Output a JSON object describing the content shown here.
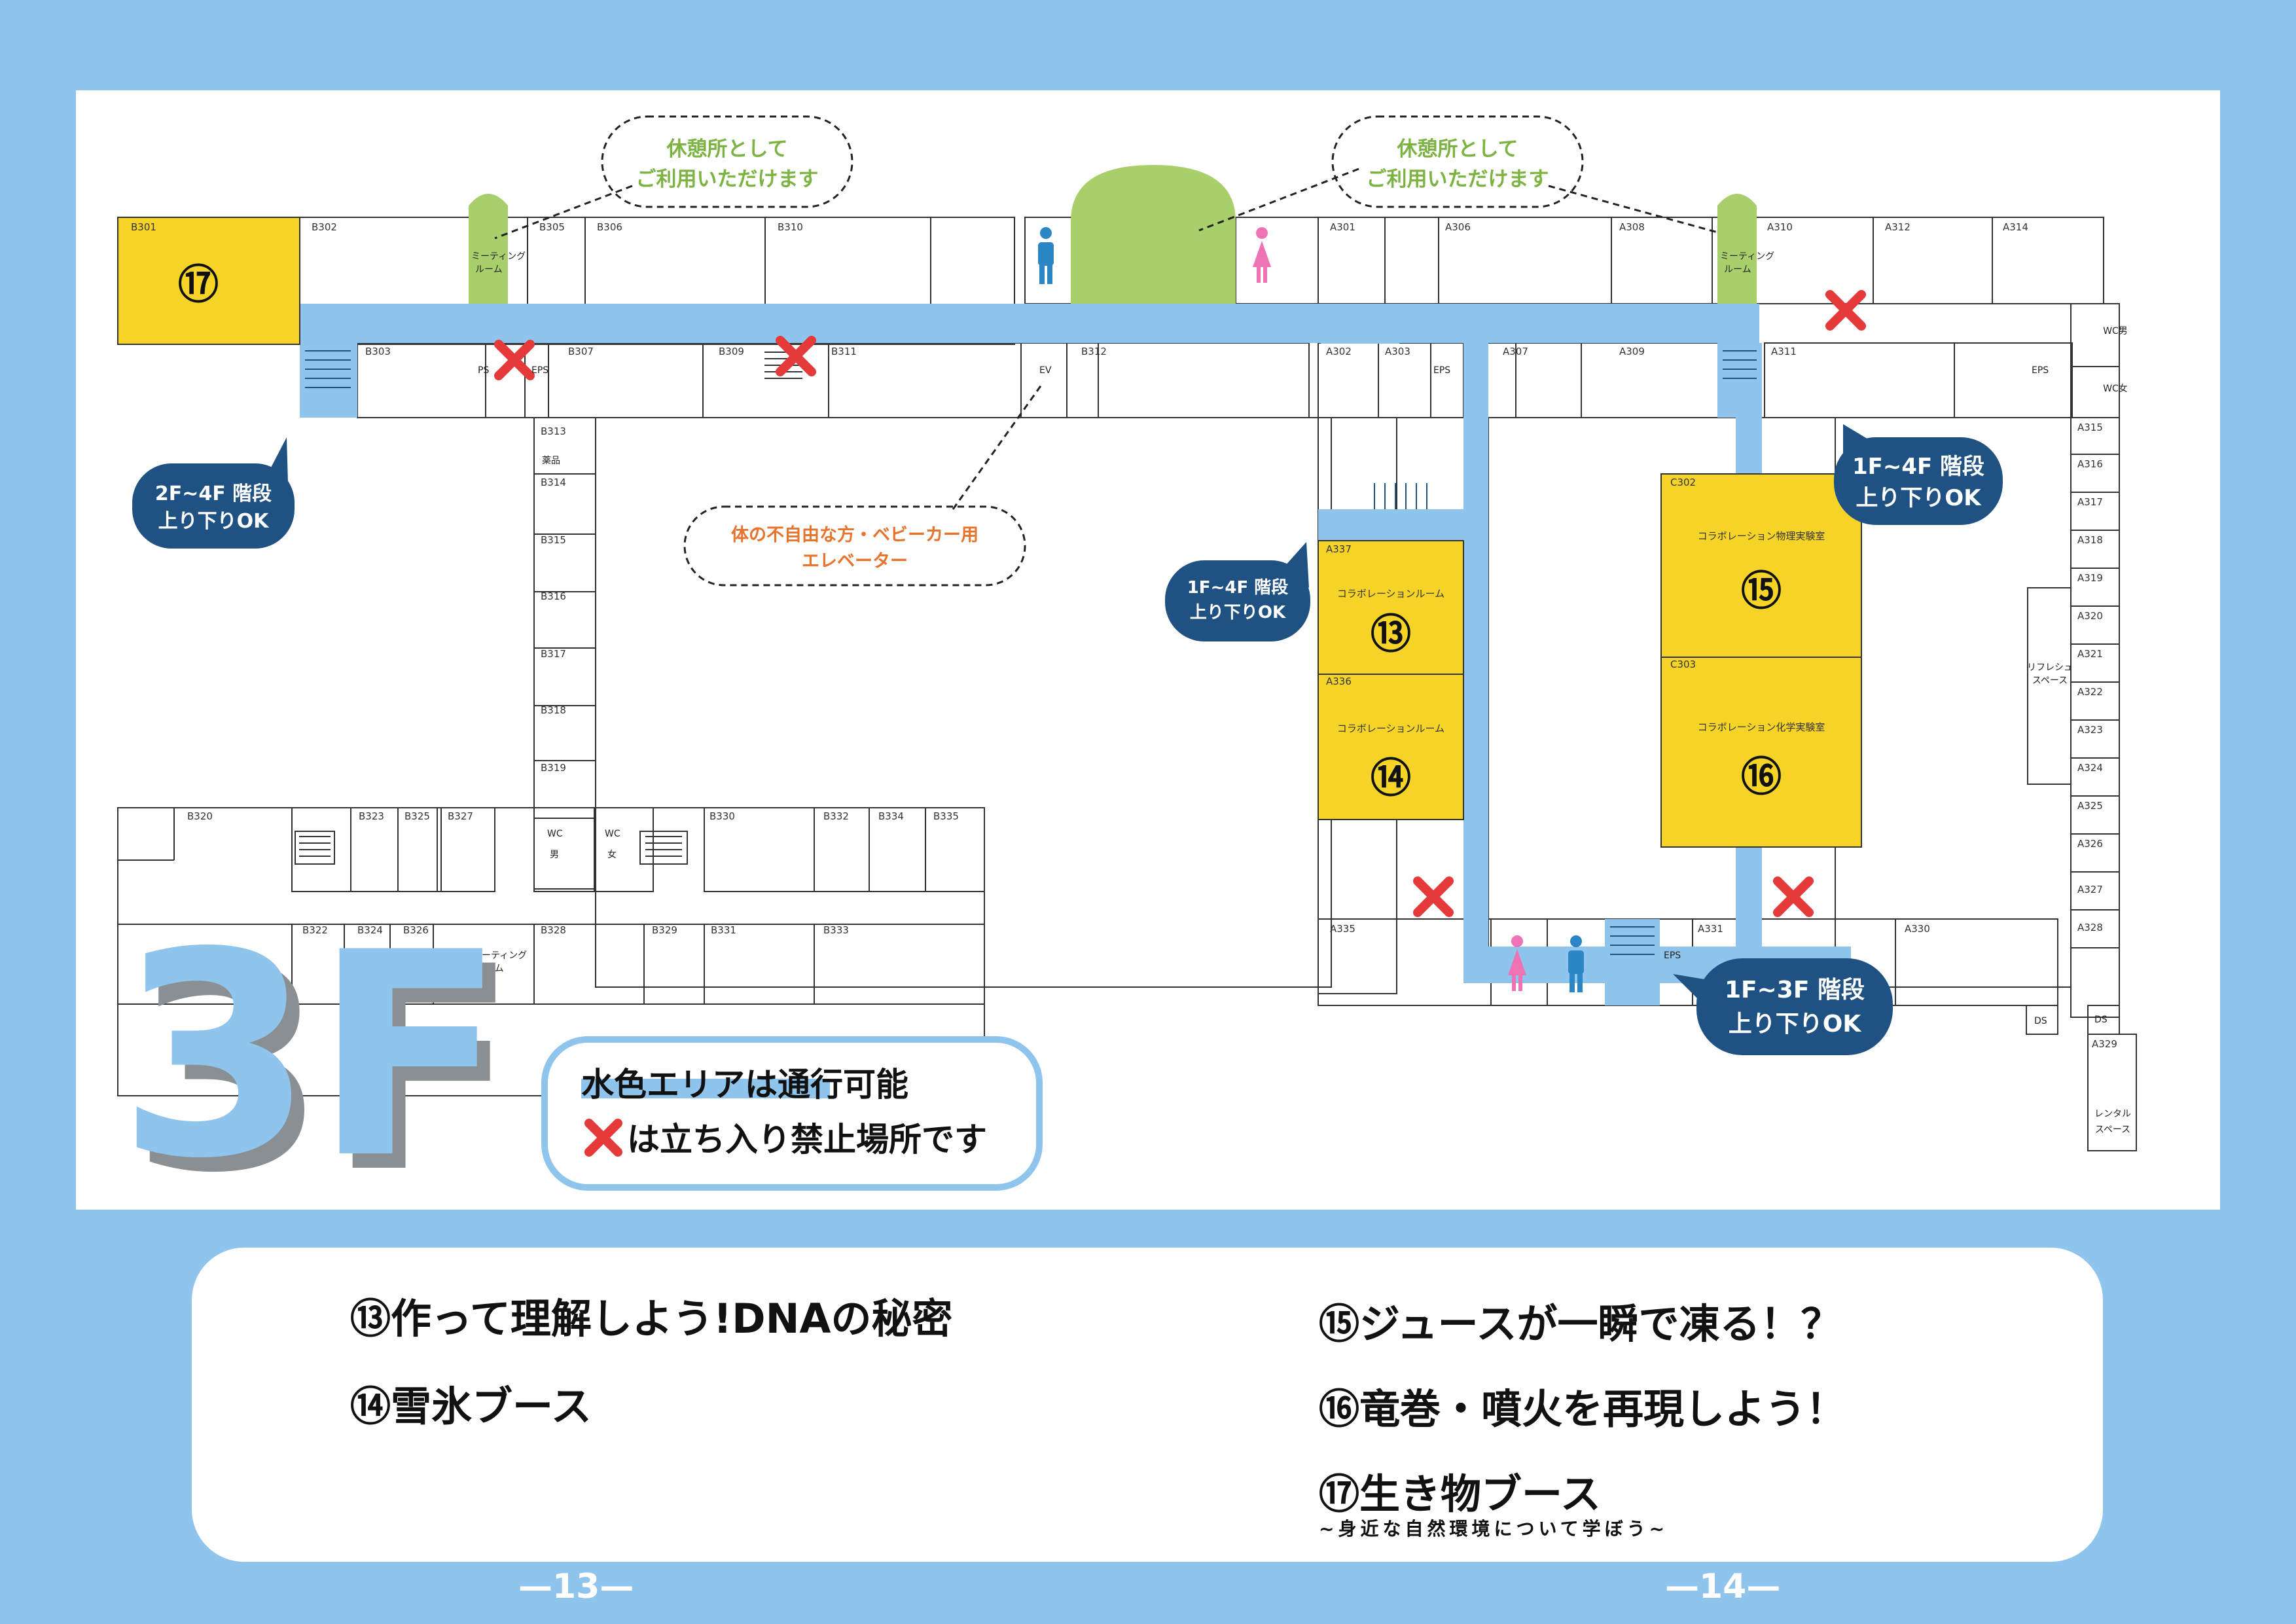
{
  "floor_label": "3F",
  "map": {
    "rooms": {
      "B301": "B301",
      "B302": "B302",
      "B303": "B303",
      "B305": "B305",
      "B306": "B306",
      "B307": "B307",
      "B309": "B309",
      "B310": "B310",
      "B311": "B311",
      "B312": "B312",
      "B313": "B313",
      "B314": "B314",
      "B315": "B315",
      "B316": "B316",
      "B317": "B317",
      "B318": "B318",
      "B319": "B319",
      "B320": "B320",
      "B322": "B322",
      "B323": "B323",
      "B324": "B324",
      "B325": "B325",
      "B326": "B326",
      "B327": "B327",
      "B328": "B328",
      "B329": "B329",
      "B330": "B330",
      "B331": "B331",
      "B332": "B332",
      "B333": "B333",
      "B334": "B334",
      "B335": "B335",
      "A301": "A301",
      "A302": "A302",
      "A303": "A303",
      "A306": "A306",
      "A307": "A307",
      "A308": "A308",
      "A309": "A309",
      "A310": "A310",
      "A311": "A311",
      "A312": "A312",
      "A314": "A314",
      "A315": "A315",
      "A316": "A316",
      "A317": "A317",
      "A318": "A318",
      "A319": "A319",
      "A320": "A320",
      "A321": "A321",
      "A322": "A322",
      "A323": "A323",
      "A324": "A324",
      "A325": "A325",
      "A326": "A326",
      "A327": "A327",
      "A328": "A328",
      "A329": "A329",
      "A330": "A330",
      "A331": "A331",
      "A335": "A335",
      "A336": "A336",
      "A337": "A337",
      "C302": "C302",
      "C303": "C303"
    },
    "facilities": {
      "ps": "PS",
      "eps": "EPS",
      "ev": "EV",
      "ds": "DS",
      "wc_men_label": "WC男",
      "wc_women_label": "WC女",
      "wc": "WC",
      "men": "男",
      "women": "女",
      "meeting_room_1": "ミーティング",
      "meeting_room_2": "ルーム",
      "refresh_1": "リフレシュ",
      "refresh_2": "スペース",
      "rental_1": "レンタル",
      "rental_2": "スペース",
      "yakuhin": "薬品"
    },
    "lab_names": {
      "a337": "コラボレーションルーム",
      "a336": "コラボレーションルーム",
      "c302": "コラボレーション物理実験室",
      "c303": "コラボレーション化学実験室"
    },
    "booth_numbers": {
      "n13": "⑬",
      "n14": "⑭",
      "n15": "⑮",
      "n16": "⑯",
      "n17": "⑰"
    },
    "rest_callout": {
      "line1": "休憩所として",
      "line2": "ご利用いただけます"
    },
    "elevator_callout": {
      "line1": "体の不自由な方・ベビーカー用",
      "line2": "エレベーター"
    },
    "stair_callouts": {
      "s2f4f": {
        "line1": "2F~4F 階段",
        "line2": "上り下りOK"
      },
      "s1f4f_left": {
        "line1": "1F~4F 階段",
        "line2": "上り下りOK"
      },
      "s1f4f_right": {
        "line1": "1F~4F 階段",
        "line2": "上り下りOK"
      },
      "s1f3f": {
        "line1": "1F~3F 階段",
        "line2": "上り下りOK"
      }
    },
    "legend": {
      "line1": "水色エリアは通行可能",
      "line2": "は立ち入り禁止場所です"
    }
  },
  "events": [
    {
      "label": "⑬作って理解しよう!DNAの秘密"
    },
    {
      "label": "⑭雪氷ブース"
    },
    {
      "label": "⑮ジュースが一瞬で凍る！？"
    },
    {
      "label": "⑯竜巻・噴火を再現しよう！"
    },
    {
      "label": "⑰生き物ブース",
      "subtitle": "~身近な自然環境について学ぼう~"
    }
  ],
  "pages": {
    "left": "—13—",
    "right": "—14—"
  },
  "colors": {
    "background": "#8fc5ec",
    "corridor": "#8fc5ec",
    "booth": "#f5d327",
    "rest": "#a9cf6c",
    "callout": "#1f5283",
    "forbidden": "#e53a3a"
  }
}
